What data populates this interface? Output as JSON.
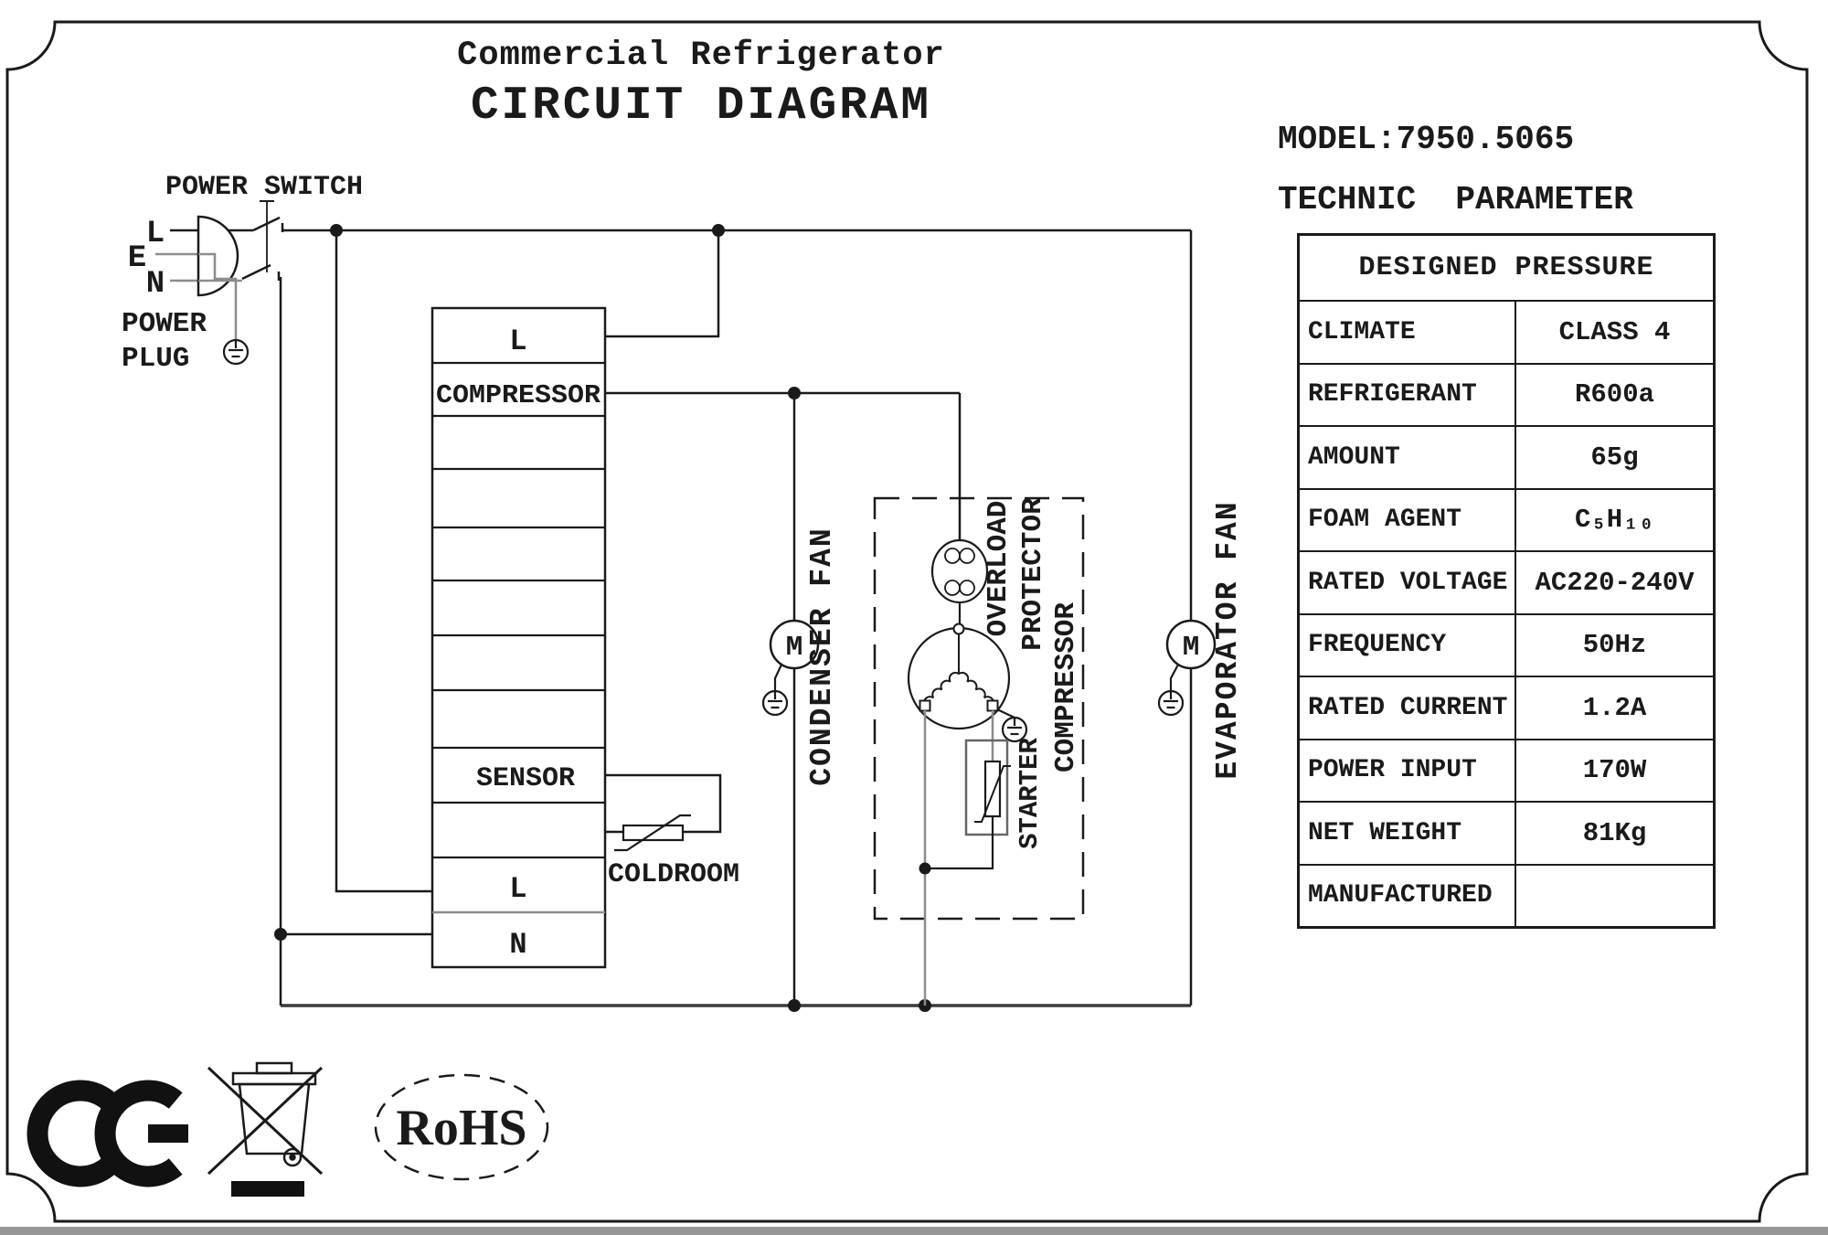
{
  "colors": {
    "ink": "#1a1a1a",
    "grey_wire": "#8c8c8c",
    "starter_grey": "#9a9a9a",
    "bottom_strip": "#969696"
  },
  "title": {
    "line1": "Commercial Refrigerator",
    "line2": "CIRCUIT DIAGRAM"
  },
  "power": {
    "switch_label": "POWER SWITCH",
    "plug_label_line1": "POWER",
    "plug_label_line2": "PLUG",
    "pin_l": "L",
    "pin_e": "E",
    "pin_n": "N"
  },
  "terminal_block": {
    "cell_l_top": "L",
    "cell_compressor": "COMPRESSOR",
    "cell_sensor": "SENSOR",
    "cell_l_bottom": "L",
    "cell_n": "N"
  },
  "coldroom_label": "COLDROOM",
  "condenser_fan_label": "CONDENSER FAN",
  "evaporator_fan_label": "EVAPORATOR FAN",
  "motor_letter": "M",
  "compressor_unit": {
    "overload_line1": "OVERLOAD",
    "overload_line2": "PROTECTOR",
    "compressor_label": "COMPRESSOR",
    "starter_label": "STARTER"
  },
  "spec_panel": {
    "model": "MODEL:7950.5065",
    "subtitle": "TECHNIC  PARAMETER",
    "table": {
      "header": "DESIGNED PRESSURE",
      "rows": [
        {
          "label": "CLIMATE",
          "value": "CLASS 4"
        },
        {
          "label": "REFRIGERANT",
          "value": "R600a"
        },
        {
          "label": "AMOUNT",
          "value": "65g"
        },
        {
          "label": "FOAM AGENT",
          "value": "C₅H₁₀"
        },
        {
          "label": "RATED VOLTAGE",
          "value": "AC220-240V"
        },
        {
          "label": "FREQUENCY",
          "value": "50Hz"
        },
        {
          "label": "RATED CURRENT",
          "value": "1.2A"
        },
        {
          "label": "POWER INPUT",
          "value": "170W"
        },
        {
          "label": "NET WEIGHT",
          "value": "81Kg"
        },
        {
          "label": "MANUFACTURED",
          "value": ""
        }
      ]
    }
  },
  "certifications": {
    "rohs": "RoHS"
  }
}
